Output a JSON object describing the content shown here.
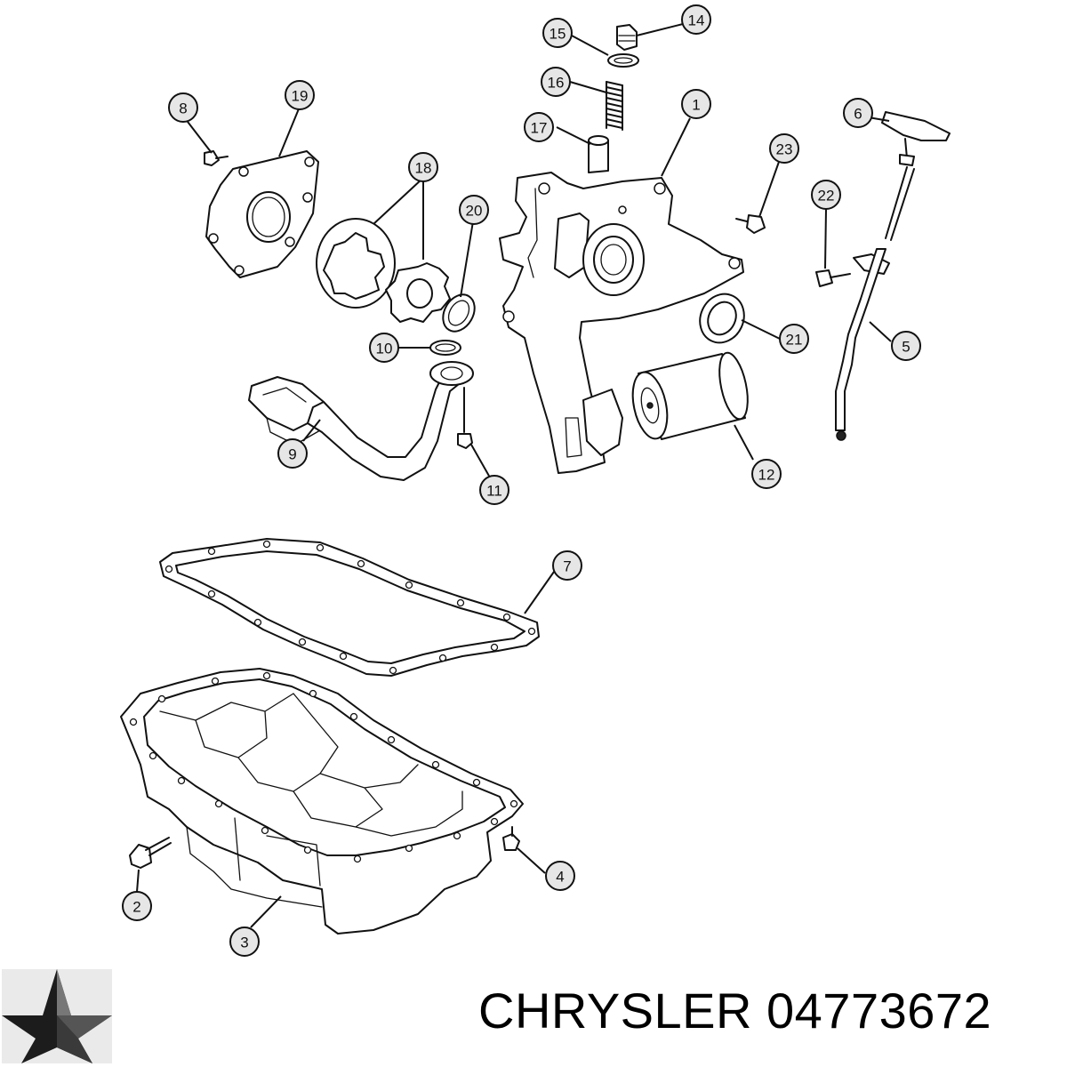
{
  "brand": {
    "name": "CHRYSLER",
    "part_number": "04773672",
    "logo_icon": "chrysler-pentastar-icon"
  },
  "callouts": [
    "1",
    "2",
    "3",
    "4",
    "5",
    "6",
    "7",
    "8",
    "9",
    "10",
    "11",
    "12",
    "14",
    "15",
    "16",
    "17",
    "18",
    "19",
    "20",
    "21",
    "22",
    "23"
  ]
}
